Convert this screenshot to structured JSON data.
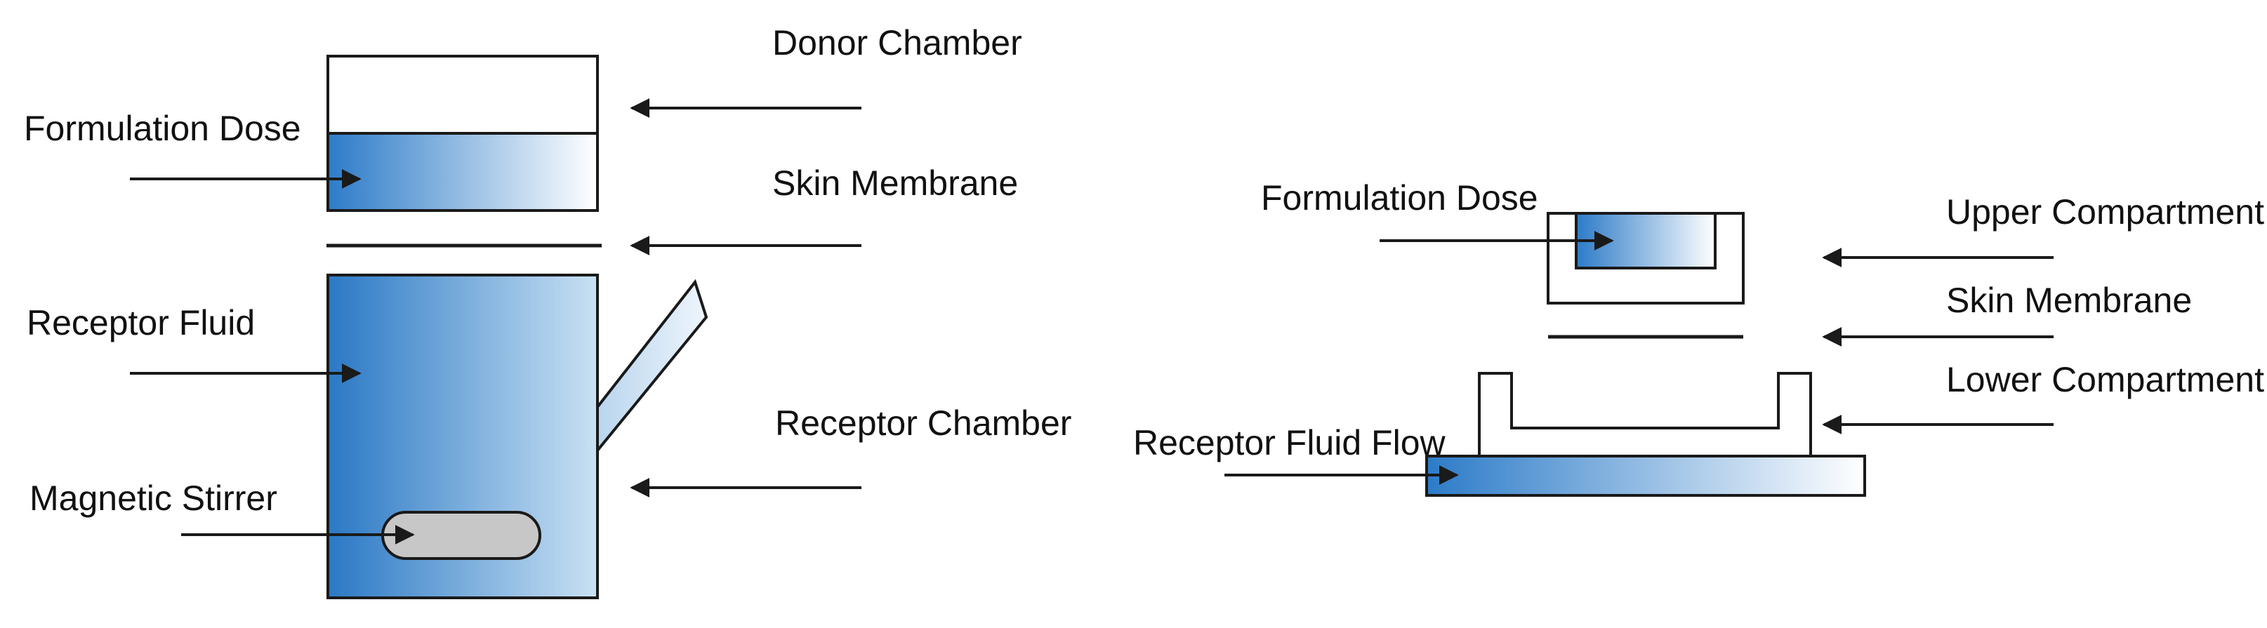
{
  "colors": {
    "line": "#1a1a1a",
    "fluid_dark": "#2c7bc8",
    "fluid_light": "#ffffff",
    "stirrer_fill": "#c7c7c7",
    "background": "#ffffff"
  },
  "left_diagram": {
    "labels": {
      "donor_chamber": "Donor Chamber",
      "formulation_dose": "Formulation Dose",
      "skin_membrane": "Skin Membrane",
      "receptor_fluid": "Receptor Fluid",
      "receptor_chamber": "Receptor Chamber",
      "magnetic_stirrer": "Magnetic Stirrer"
    }
  },
  "right_diagram": {
    "labels": {
      "formulation_dose": "Formulation Dose",
      "upper_compartment": "Upper Compartment",
      "skin_membrane": "Skin Membrane",
      "lower_compartment": "Lower Compartment",
      "receptor_fluid_flow": "Receptor Fluid Flow"
    }
  }
}
